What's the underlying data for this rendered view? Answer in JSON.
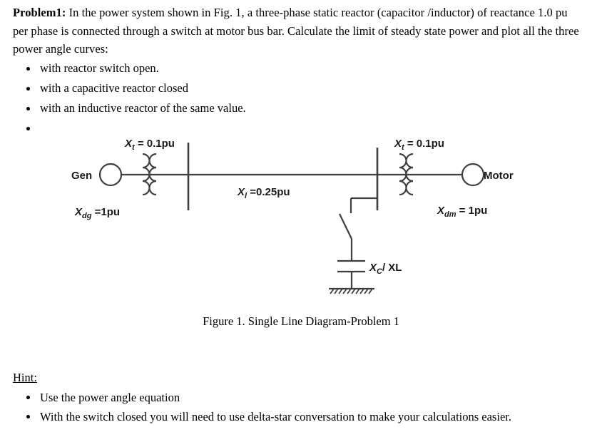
{
  "problem": {
    "label": "Problem1:",
    "statement": " In the power system shown in Fig. 1, a three-phase static reactor (capacitor /inductor) of reactance 1.0 pu per phase is connected through a switch at motor bus bar. Calculate the limit of steady state power and plot all the three power angle curves:",
    "bullets": [
      "with reactor switch open.",
      "with a capacitive reactor closed",
      "with an inductive reactor of the same value.",
      ""
    ]
  },
  "figure": {
    "caption": "Figure 1. Single Line Diagram-Problem 1",
    "gen_label": "Gen",
    "motor_label": "Motor",
    "xt_left": {
      "symbol": "X",
      "subscript": "t",
      "value": " = 0.1pu"
    },
    "xt_right": {
      "symbol": "X",
      "subscript": "t",
      "value": " = 0.1pu"
    },
    "xline": {
      "symbol": "X",
      "subscript": "l",
      "value": " =0.25pu"
    },
    "xdg": {
      "symbol": "X",
      "subscript": "dg",
      "value": " =1pu"
    },
    "xdm": {
      "symbol": "X",
      "subscript": "dm",
      "value": " = 1pu"
    },
    "reactor": {
      "symbol": "X",
      "subscript": "C",
      "value": "/ XL"
    },
    "colors": {
      "line": "#3f3f3f",
      "text": "#1a1a1a",
      "label_accent": "#1a1a1a"
    }
  },
  "hint": {
    "title": "Hint:",
    "bullets": [
      "Use the power angle equation",
      "With the switch closed you will need to use delta-star conversation to make your calculations easier."
    ]
  }
}
